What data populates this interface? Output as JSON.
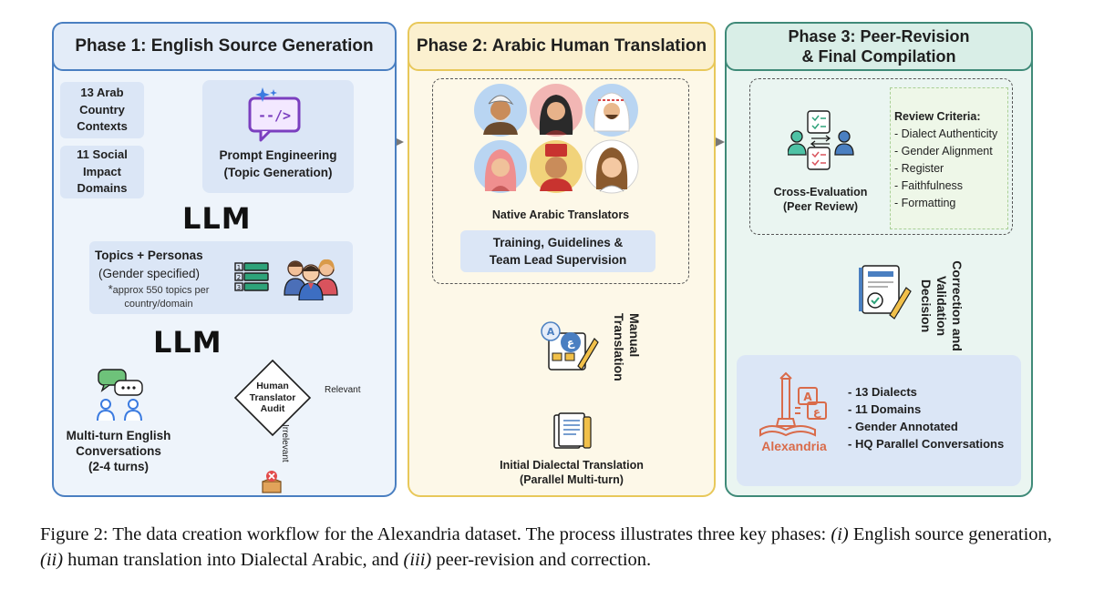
{
  "phase1": {
    "title": "Phase 1: English Source Generation",
    "input_country": [
      "13 Arab",
      "Country",
      "Contexts"
    ],
    "input_domain": [
      "11 Social",
      "Impact",
      "Domains"
    ],
    "prompt_eng": [
      "Prompt Engineering",
      "(Topic Generation)"
    ],
    "llm_label": "LLM",
    "topics_title": "Topics + Personas",
    "topics_sub": "(Gender specified)",
    "topics_note_star": "*",
    "topics_note": [
      "approx 550 topics per",
      "country/domain"
    ],
    "conversations": [
      "Multi-turn English",
      "Conversations",
      "(2-4 turns)"
    ],
    "audit": [
      "Human",
      "Translator",
      "Audit"
    ],
    "relevant": "Relevant",
    "irrelevant": "Irrelevant"
  },
  "phase2": {
    "title": "Phase 2: Arabic Human Translation",
    "translators": "Native Arabic Translators",
    "training": [
      "Training, Guidelines &",
      "Team Lead Supervision"
    ],
    "manual": [
      "Manual",
      "Translation"
    ],
    "initial": [
      "Initial Dialectal Translation",
      "(Parallel Multi-turn)"
    ]
  },
  "phase3": {
    "title": [
      "Phase 3: Peer-Revision",
      "& Final Compilation"
    ],
    "cross_eval": [
      "Cross-Evaluation",
      "(Peer Review)"
    ],
    "criteria_title": "Review Criteria:",
    "criteria": [
      "- Dialect  Authenticity",
      "- Gender Alignment",
      "- Register",
      "- Faithfulness",
      "- Formatting"
    ],
    "correction": [
      "Correction and",
      "Validation",
      "Decision"
    ],
    "alexandria": "Alexandria",
    "final_items": [
      "- 13 Dialects",
      "- 11 Domains",
      "- Gender Annotated",
      "- HQ Parallel Conversations"
    ]
  },
  "caption": {
    "lead": "Figure 2: The data creation workflow for the Alexandria dataset. The process illustrates three key phases: ",
    "i": "(i)",
    "t1": " English source generation, ",
    "ii": "(ii)",
    "t2": " human translation into Dialectal Arabic, and ",
    "iii": "(iii)",
    "t3": " peer-revision and correction."
  },
  "colors": {
    "phase1_border": "#4a7fc1",
    "phase1_fill": "#eef4fb",
    "phase2_border": "#e8c85a",
    "phase2_fill": "#fdf8e8",
    "phase3_border": "#3f8a78",
    "phase3_fill": "#eaf5f1",
    "box_blue": "#dbe6f6",
    "arrow": "#777777"
  }
}
